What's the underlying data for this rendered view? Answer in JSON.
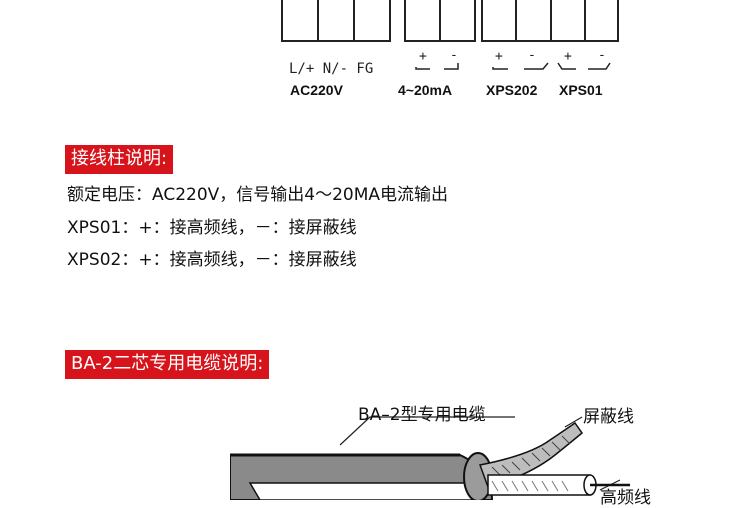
{
  "terminals": {
    "power_labels": "L/+ N/- FG",
    "power_name": "AC220V",
    "signal_name": "4~20mA",
    "xps202_name": "XPS202",
    "xps01_name": "XPS01",
    "plus": "+",
    "minus": "-"
  },
  "terminal_section": {
    "title": "接线柱说明:",
    "lines": [
      "额定电压：AC220V，信号输出4～20MA电流输出",
      "XPS01：+：接高频线，－：接屏蔽线",
      "XPS02：+：接高频线，－：接屏蔽线"
    ]
  },
  "cable_section": {
    "title": "BA-2二芯专用电缆说明:",
    "cable_label": "BA–2型专用电缆",
    "shield_label": "屏蔽线",
    "hf_label": "高频线"
  },
  "colors": {
    "title_bg": "#d7141b",
    "title_text": "#ffffff",
    "cable_gray": "#8a8a8a"
  }
}
